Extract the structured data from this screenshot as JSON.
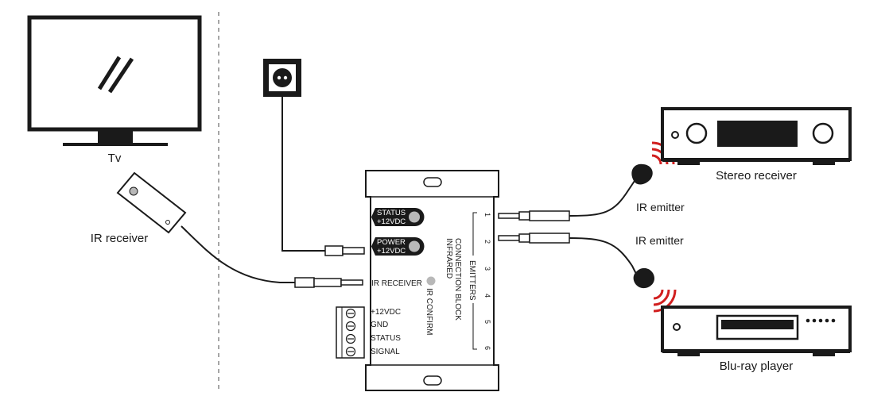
{
  "tv": {
    "label": "Tv"
  },
  "ir_receiver": {
    "label": "IR receiver"
  },
  "block": {
    "title_line1": "INFRARED",
    "title_line2": "CONNECTION BLOCK",
    "emitters_label": "EMITTERS",
    "emitter_numbers": [
      "1",
      "2",
      "3",
      "4",
      "5",
      "6"
    ],
    "status_line1": "STATUS",
    "status_line2": "+12VDC",
    "power_line1": "POWER",
    "power_line2": "+12VDC",
    "ir_receiver_port": "IR RECEIVER",
    "ir_confirm": "IR CONFIRM",
    "terminals": [
      "+12VDC",
      "GND",
      "STATUS",
      "SIGNAL"
    ]
  },
  "stereo_receiver": {
    "label": "Stereo receiver"
  },
  "bluray_player": {
    "label": "Blu-ray player"
  },
  "emitter_1": {
    "label": "IR emitter"
  },
  "emitter_2": {
    "label": "IR emitter"
  },
  "colors": {
    "line": "#1a1a1a",
    "ir_signal": "#d11f1f",
    "led": "#b8b8b8"
  }
}
